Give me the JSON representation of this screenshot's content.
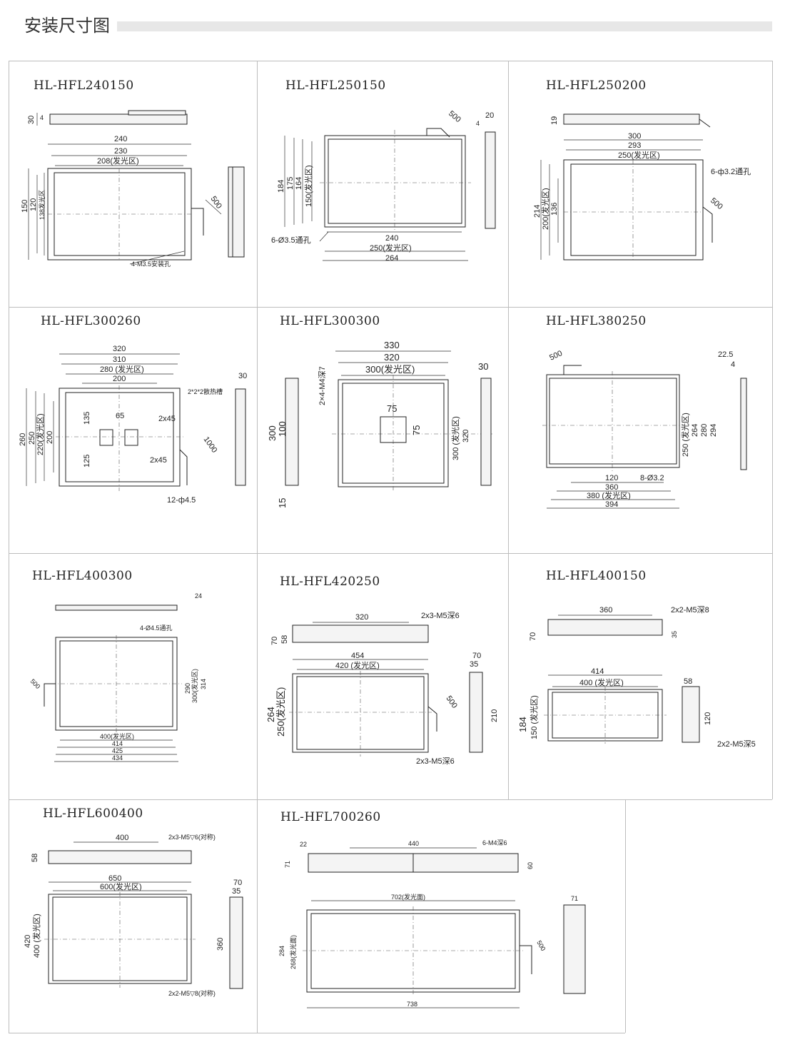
{
  "page": {
    "title": "安装尺寸图"
  },
  "cells": [
    {
      "model": "HL-HFL240150",
      "labels": [
        "30",
        "4",
        "240",
        "230",
        "208(发光区)",
        "150",
        "120",
        "138发光区",
        "500",
        "4-M3.5安装孔"
      ]
    },
    {
      "model": "HL-HFL250150",
      "labels": [
        "500",
        "20",
        "4",
        "184",
        "175",
        "164",
        "150(发光区)",
        "6-Ø3.5通孔",
        "240",
        "250(发光区)",
        "264"
      ]
    },
    {
      "model": "HL-HFL250200",
      "labels": [
        "19",
        "300",
        "293",
        "250(发光区)",
        "6-ф3.2通孔",
        "214",
        "200(发光区)",
        "136",
        "500"
      ]
    },
    {
      "model": "HL-HFL300260",
      "labels": [
        "320",
        "310",
        "280 (发光区)",
        "200",
        "30",
        "2*2*2散热槽",
        "135",
        "65",
        "2x45",
        "260",
        "250",
        "220(发光区)",
        "200",
        "1000",
        "125",
        "2x45",
        "12-ф4.5"
      ]
    },
    {
      "model": "HL-HFL300300",
      "labels": [
        "330",
        "320",
        "300(发光区)",
        "30",
        "2×4-M4深7",
        "75",
        "300",
        "100",
        "75",
        "300 (发光区)",
        "320",
        "15"
      ]
    },
    {
      "model": "HL-HFL380250",
      "labels": [
        "500",
        "22.5",
        "4",
        "250 (发光区)",
        "264",
        "280",
        "294",
        "120",
        "8-Ø3.2",
        "360",
        "380 (发光区)",
        "394"
      ]
    },
    {
      "model": "HL-HFL400300",
      "labels": [
        "24",
        "4-Ø4.5通孔",
        "500",
        "290",
        "300(发光区)",
        "314",
        "400(发光区)",
        "414",
        "425",
        "434"
      ]
    },
    {
      "model": "HL-HFL420250",
      "labels": [
        "320",
        "2x3-M5深6",
        "70",
        "58",
        "454",
        "420 (发光区)",
        "70",
        "35",
        "264",
        "250(发光区)",
        "500",
        "210",
        "2x3-M5深6"
      ]
    },
    {
      "model": "HL-HFL400150",
      "labels": [
        "360",
        "2x2-M5深8",
        "70",
        "35",
        "414",
        "400 (发光区)",
        "58",
        "184",
        "150 (发光区)",
        "120",
        "2x2-M5深5"
      ]
    },
    {
      "model": "HL-HFL600400",
      "labels": [
        "400",
        "2x3-M5▽6(对称)",
        "58",
        "650",
        "600(发光区)",
        "70",
        "35",
        "420",
        "400 (发光区)",
        "360",
        "2x2-M5▽8(对称)"
      ]
    },
    {
      "model": "HL-HFL700260",
      "labels": [
        "22",
        "440",
        "6-M4深6",
        "71",
        "60",
        "702(发光面)",
        "71",
        "284",
        "268(发光面)",
        "500",
        "738"
      ]
    }
  ]
}
